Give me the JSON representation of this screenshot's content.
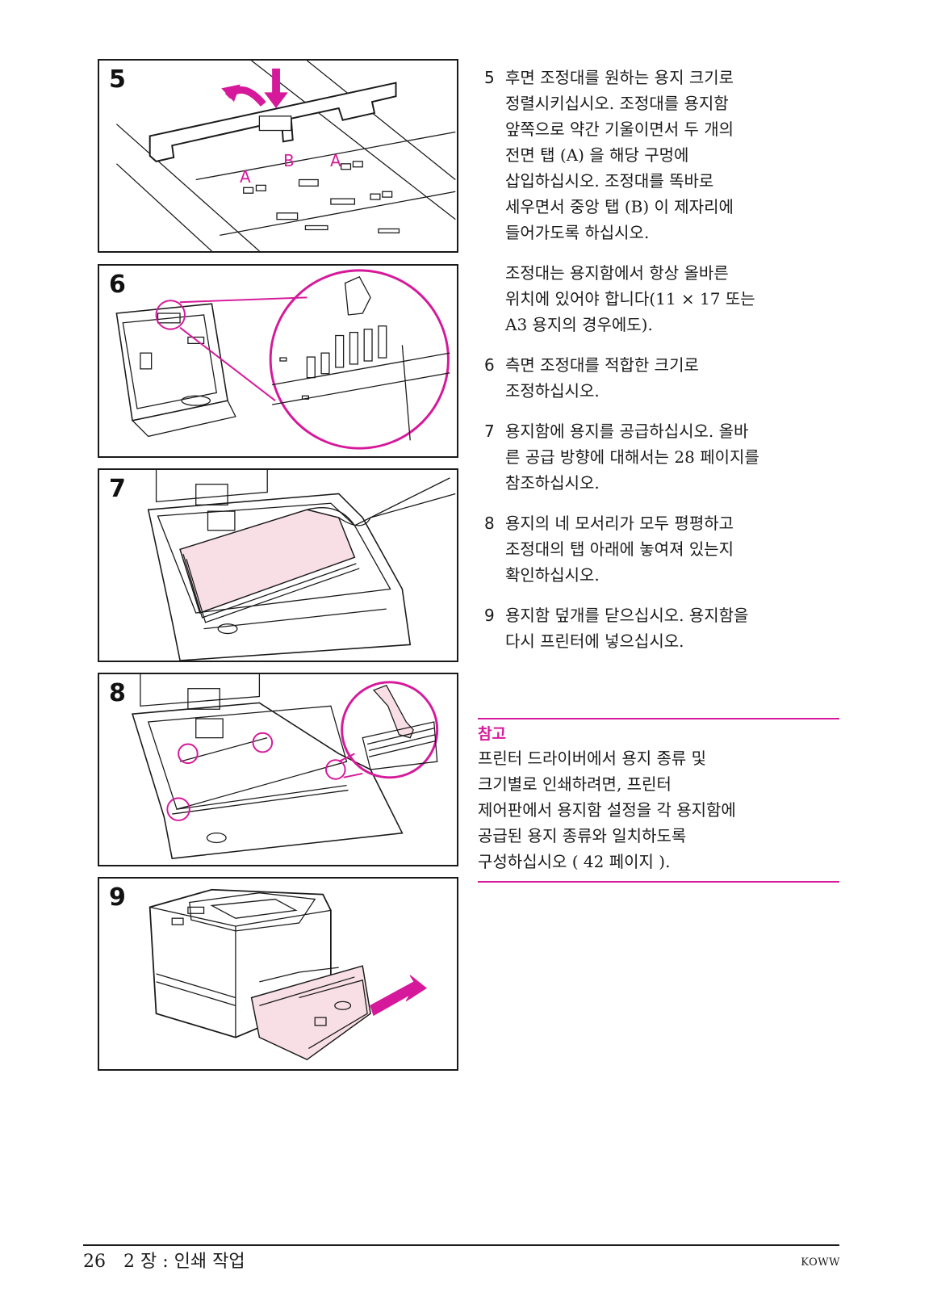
{
  "figures": {
    "panel5": {
      "num": "5",
      "label_a1": "A",
      "label_b": "B",
      "label_a2": "A"
    },
    "panel6": {
      "num": "6"
    },
    "panel7": {
      "num": "7"
    },
    "panel8": {
      "num": "8"
    },
    "panel9": {
      "num": "9"
    }
  },
  "steps": [
    {
      "num": "5",
      "text": "후면 조정대를 원하는 용지 크기로\n정렬시키십시오. 조정대를 용지함\n앞쪽으로 약간 기울이면서 두 개의\n전면 탭 (A) 을 해당 구멍에\n삽입하십시오. 조정대를 똑바로\n세우면서 중앙 탭 (B) 이 제자리에\n들어가도록 하십시오."
    },
    {
      "note": "조정대는 용지함에서 항상 올바른\n위치에 있어야 합니다(11 × 17 또는\nA3 용지의 경우에도)."
    },
    {
      "num": "6",
      "text": "측면 조정대를 적합한 크기로\n조정하십시오."
    },
    {
      "num": "7",
      "text": "용지함에 용지를 공급하십시오. 올바\n른 공급 방향에 대해서는 28 페이지를\n참조하십시오."
    },
    {
      "num": "8",
      "text": "용지의 네 모서리가 모두 평평하고\n조정대의 탭 아래에 놓여져 있는지\n확인하십시오."
    },
    {
      "num": "9",
      "text": "용지함 덮개를 닫으십시오. 용지함을\n다시 프린터에 넣으십시오."
    }
  ],
  "note": {
    "title": "참고",
    "body": "프린터 드라이버에서 용지 종류 및\n크기별로 인쇄하려면, 프린터\n제어판에서 용지함 설정을 각 용지함에\n공급된 용지 종류와 일치하도록\n구성하십시오 ( 42 페이지 )."
  },
  "footer": {
    "page_number": "26",
    "chapter": "2 장 : 인쇄 작업",
    "code": "KOWW"
  },
  "colors": {
    "accent": "#d6199a",
    "paper": "#f8dfe6",
    "ink": "#1a1a1a"
  }
}
